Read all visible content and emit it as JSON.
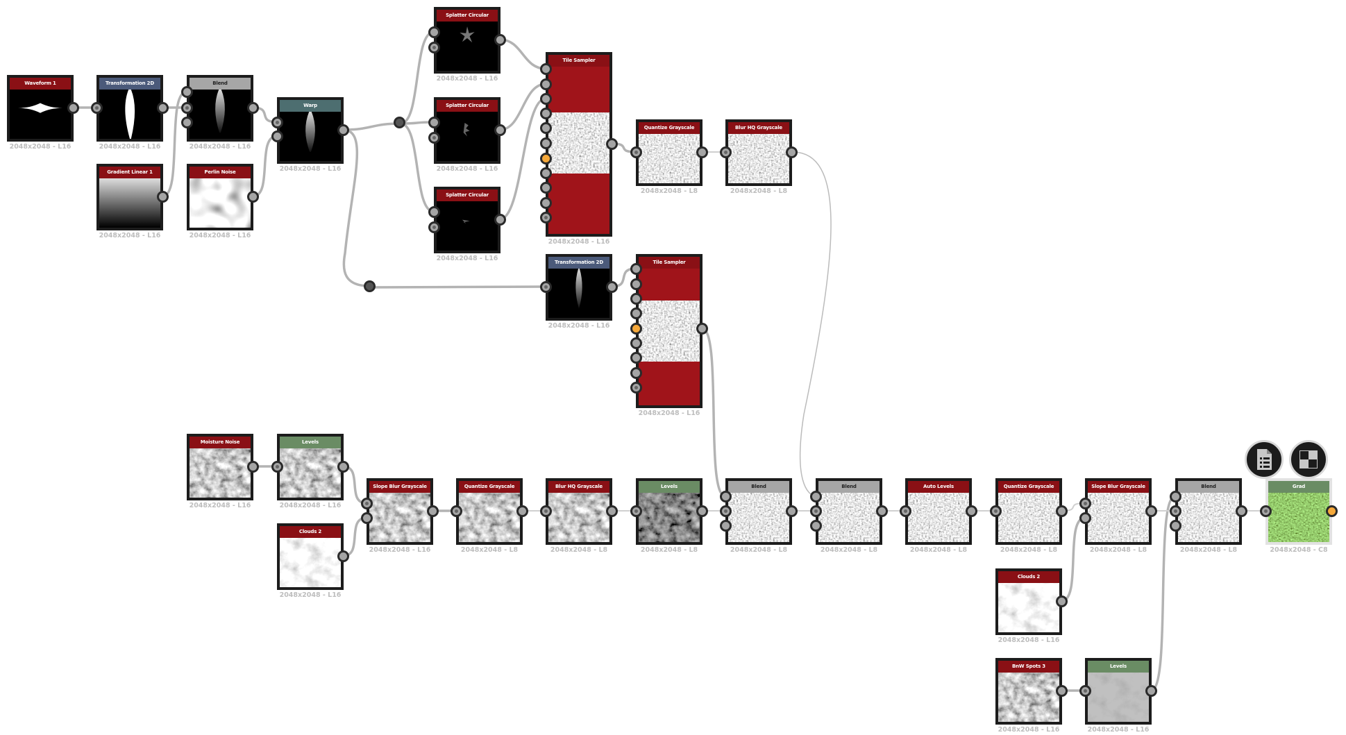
{
  "colors": {
    "generator_header": "#8a1015",
    "transform_header": "#4b5a7a",
    "blend_header": "#a6a6a6",
    "warp_header": "#4d6e70",
    "levels_header": "#6a8c64",
    "tile_body": "#a0141a",
    "port": "#a5a5a5",
    "port_active": "#f5a83a",
    "wire": "#b3b3b3"
  },
  "nodes": [
    {
      "title": "Waveform 1",
      "res": "2048x2048 - L16",
      "kind": "generator"
    },
    {
      "title": "Transformation 2D",
      "res": "2048x2048 - L16",
      "kind": "transform"
    },
    {
      "title": "Blend",
      "res": "2048x2048 - L16",
      "kind": "blend"
    },
    {
      "title": "Gradient Linear 1",
      "res": "2048x2048 - L16",
      "kind": "generator"
    },
    {
      "title": "Perlin Noise",
      "res": "2048x2048 - L16",
      "kind": "generator"
    },
    {
      "title": "Warp",
      "res": "2048x2048 - L16",
      "kind": "warp"
    },
    {
      "title": "Splatter Circular",
      "res": "2048x2048 - L16",
      "kind": "generator"
    },
    {
      "title": "Splatter Circular",
      "res": "2048x2048 - L16",
      "kind": "generator"
    },
    {
      "title": "Splatter Circular",
      "res": "2048x2048 - L16",
      "kind": "generator"
    },
    {
      "title": "Tile Sampler",
      "res": "2048x2048 - L16",
      "kind": "generator"
    },
    {
      "title": "Quantize Grayscale",
      "res": "2048x2048 - L8",
      "kind": "generator"
    },
    {
      "title": "Blur HQ Grayscale",
      "res": "2048x2048 - L8",
      "kind": "generator"
    },
    {
      "title": "Transformation 2D",
      "res": "2048x2048 - L16",
      "kind": "transform"
    },
    {
      "title": "Tile Sampler",
      "res": "2048x2048 - L16",
      "kind": "generator"
    },
    {
      "title": "Moisture Noise",
      "res": "2048x2048 - L16",
      "kind": "generator"
    },
    {
      "title": "Levels",
      "res": "2048x2048 - L16",
      "kind": "levels"
    },
    {
      "title": "Clouds 2",
      "res": "2048x2048 - L16",
      "kind": "generator"
    },
    {
      "title": "Slope Blur Grayscale",
      "res": "2048x2048 - L16",
      "kind": "generator"
    },
    {
      "title": "Quantize Grayscale",
      "res": "2048x2048 - L8",
      "kind": "generator"
    },
    {
      "title": "Blur HQ Grayscale",
      "res": "2048x2048 - L8",
      "kind": "generator"
    },
    {
      "title": "Levels",
      "res": "2048x2048 - L8",
      "kind": "levels"
    },
    {
      "title": "Blend",
      "res": "2048x2048 - L8",
      "kind": "blend"
    },
    {
      "title": "Blend",
      "res": "2048x2048 - L8",
      "kind": "blend"
    },
    {
      "title": "Auto Levels",
      "res": "2048x2048 - L8",
      "kind": "generator"
    },
    {
      "title": "Quantize Grayscale",
      "res": "2048x2048 - L8",
      "kind": "generator"
    },
    {
      "title": "Slope Blur Grayscale",
      "res": "2048x2048 - L8",
      "kind": "generator"
    },
    {
      "title": "Blend",
      "res": "2048x2048 - L8",
      "kind": "blend"
    },
    {
      "title": "Grad",
      "res": "2048x2048 - C8",
      "kind": "levels"
    },
    {
      "title": "Clouds 2",
      "res": "2048x2048 - L16",
      "kind": "generator"
    },
    {
      "title": "BnW Spots 3",
      "res": "2048x2048 - L16",
      "kind": "generator"
    },
    {
      "title": "Levels",
      "res": "2048x2048 - L16",
      "kind": "levels"
    }
  ],
  "toolbar_icons": [
    "document-list-icon",
    "checker-preview-icon"
  ]
}
